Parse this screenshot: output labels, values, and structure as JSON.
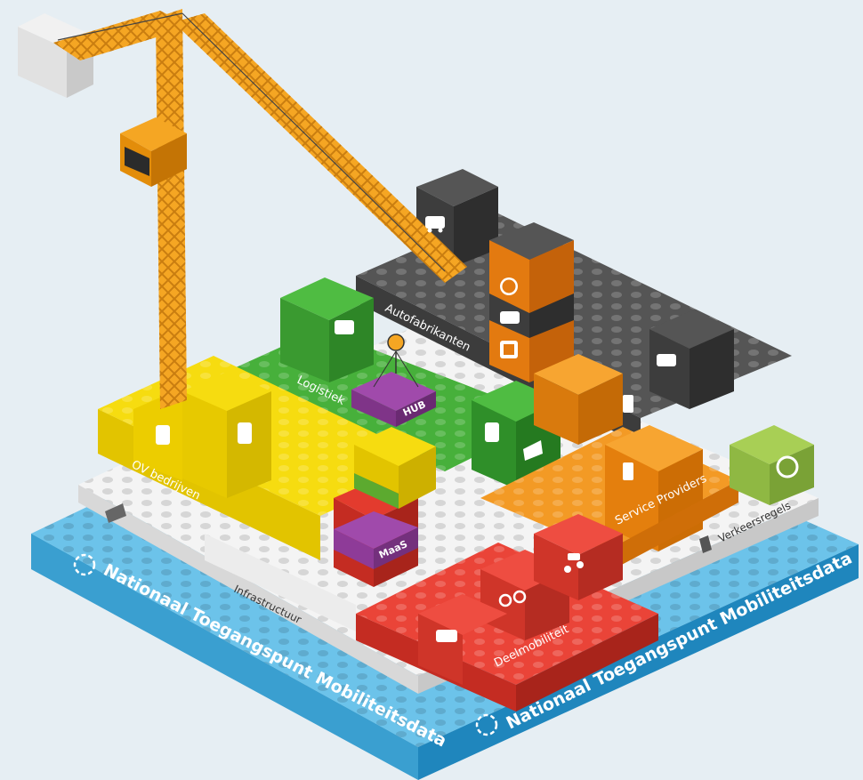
{
  "platform": {
    "name_left": "Nationaal Toegangspunt Mobiliteitsdata",
    "name_right": "Nationaal Toegangspunt Mobiliteitsdata",
    "icon": "ndw-logo-icon"
  },
  "blocks": {
    "ov": "OV bedrijven",
    "logistiek": "Logistiek",
    "autofabrikanten": "Autofabrikanten",
    "service": "Service Providers",
    "verkeersregels": "Verkeersregels",
    "deelmobiliteit": "Deelmobiliteit",
    "infrastructuur": "Infrastructuur",
    "hub": "HUB",
    "maas": "MaaS"
  },
  "icons": [
    "bus-icon",
    "train-icon",
    "ferry-icon",
    "car-icon",
    "van-icon",
    "bike-icon",
    "scooter-icon",
    "phone-icon",
    "parking-icon",
    "speed-sign-icon",
    "ev-charging-icon",
    "road-icon",
    "car-crash-icon",
    "crane-icon"
  ],
  "colors": {
    "background": "#e6eef3",
    "base": "#4ab0e0",
    "ov": "#f2d600",
    "logistiek": "#3ca332",
    "autofabrikanten": "#4a4a4a",
    "service": "#f08a14",
    "verkeersregels": "#9bc44a",
    "deelmobiliteit": "#e33b2e",
    "infrastructuur": "#f2f2f2",
    "hub": "#8e3b98",
    "crane": "#f5a623"
  }
}
